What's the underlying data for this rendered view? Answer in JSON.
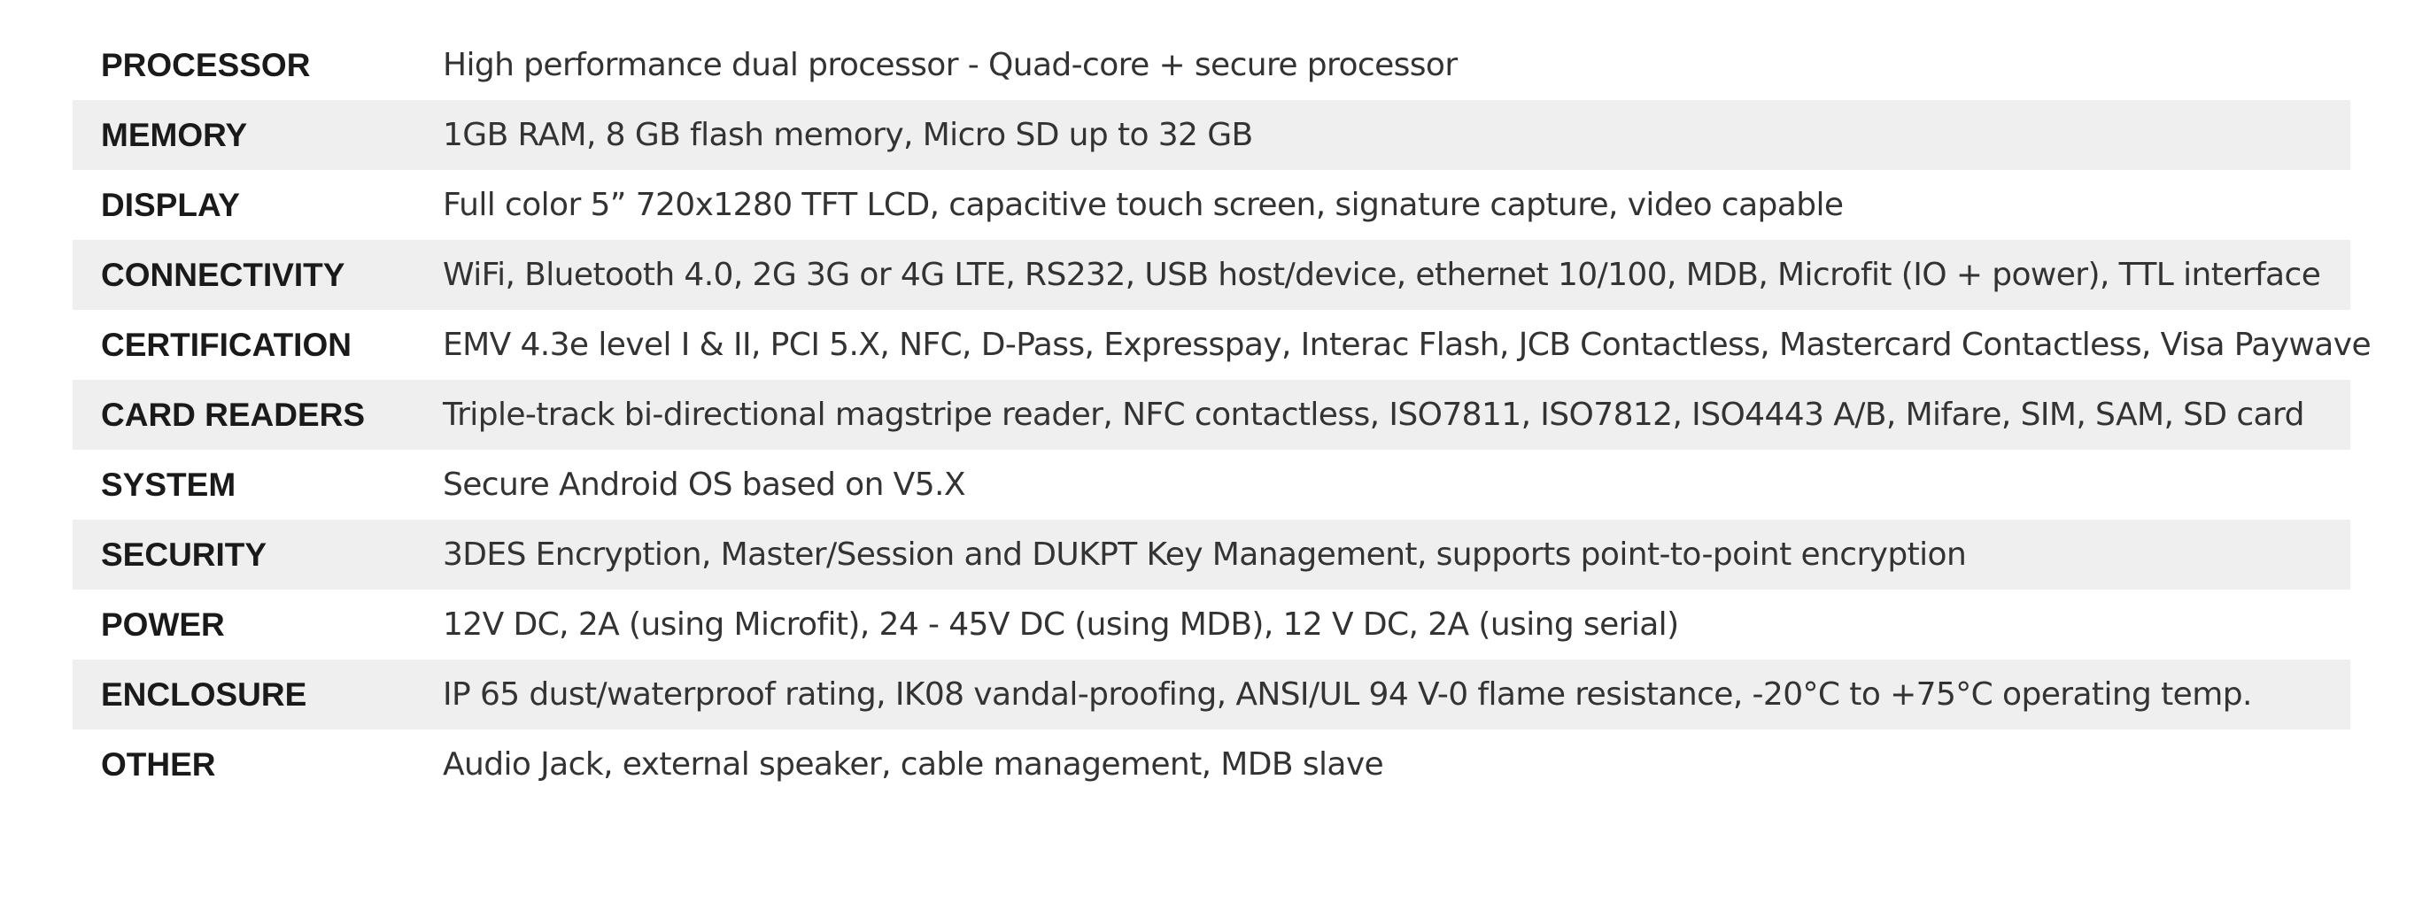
{
  "specs": [
    {
      "label": "PROCESSOR",
      "value": "High performance dual processor - Quad-core + secure processor"
    },
    {
      "label": "MEMORY",
      "value": "1GB RAM, 8 GB flash memory, Micro SD up to 32 GB"
    },
    {
      "label": "DISPLAY",
      "value": "Full color 5” 720x1280 TFT LCD, capacitive touch screen, signature capture, video capable"
    },
    {
      "label": "CONNECTIVITY",
      "value": "WiFi, Bluetooth 4.0, 2G 3G or 4G LTE, RS232, USB host/device, ethernet 10/100, MDB, Microfit (IO + power), TTL interface"
    },
    {
      "label": "CERTIFICATION",
      "value": "EMV 4.3e level I & II, PCI 5.X, NFC, D-Pass, Expresspay, Interac Flash, JCB Contactless, Mastercard Contactless, Visa Paywave"
    },
    {
      "label": "CARD READERS",
      "value": "Triple-track bi-directional magstripe reader, NFC contactless, ISO7811, ISO7812, ISO4443 A/B, Mifare, SIM, SAM, SD card"
    },
    {
      "label": "SYSTEM",
      "value": "Secure Android OS based on V5.X"
    },
    {
      "label": "SECURITY",
      "value": "3DES Encryption, Master/Session and DUKPT Key Management, supports point-to-point encryption"
    },
    {
      "label": "POWER",
      "value": "12V DC, 2A (using Microfit), 24 - 45V DC (using MDB), 12 V DC, 2A (using serial)"
    },
    {
      "label": "ENCLOSURE",
      "value": "IP 65 dust/waterproof rating, IK08 vandal-proofing, ANSI/UL 94 V-0 flame resistance, -20°C to +75°C operating temp."
    },
    {
      "label": "OTHER",
      "value": "Audio Jack, external speaker, cable management, MDB slave"
    }
  ],
  "colors": {
    "row_shade": "#efefef",
    "label_text": "#1a1a1a",
    "value_text": "#333333"
  }
}
